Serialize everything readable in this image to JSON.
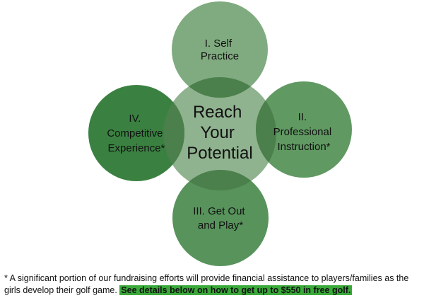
{
  "diagram": {
    "center": {
      "lines": [
        "Reach",
        "Your",
        "Potential"
      ],
      "color": "#8fb28f"
    },
    "satellites": [
      {
        "id": "top",
        "lines": [
          "I. Self",
          "Practice"
        ],
        "color": "#79a679"
      },
      {
        "id": "right",
        "lines": [
          "II.",
          "Professional",
          "Instruction*"
        ],
        "color": "#57945a"
      },
      {
        "id": "bottom",
        "lines": [
          "III. Get Out",
          "and Play*"
        ],
        "color": "#4e8d52"
      },
      {
        "id": "left",
        "lines": [
          "IV.",
          "Competitive",
          "Experience*"
        ],
        "color": "#2f7a37"
      }
    ],
    "overlap_color": "#4b7f4b"
  },
  "footnote": {
    "text": "* A significant portion of our fundraising efforts will provide financial assistance to players/families as the girls develop their golf game. ",
    "highlight": "See details below on how to get up to $550 in free golf.",
    "highlight_color": "#3aa93a"
  }
}
